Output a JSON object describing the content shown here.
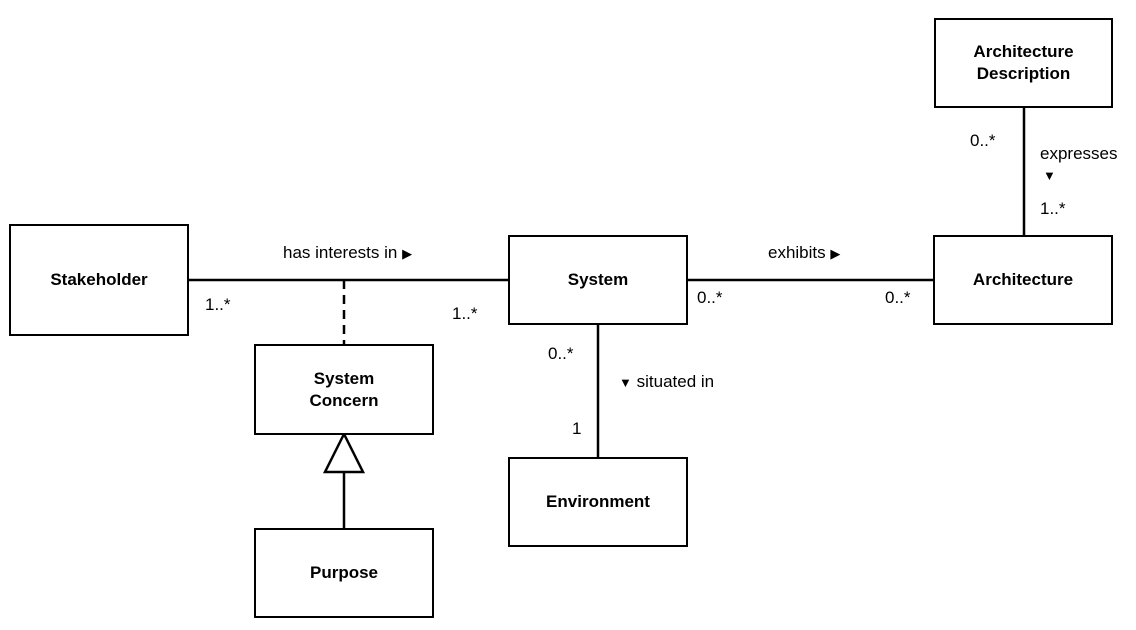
{
  "classes": {
    "architecture_description": "Architecture\nDescription",
    "stakeholder": "Stakeholder",
    "system": "System",
    "architecture": "Architecture",
    "system_concern": "System\nConcern",
    "environment": "Environment",
    "purpose": "Purpose"
  },
  "associations": {
    "has_interests_in": {
      "label": "has interests in",
      "arrow": "▶",
      "stakeholder_mult": "1..*",
      "system_mult": "1..*"
    },
    "exhibits": {
      "label": "exhibits",
      "arrow": "▶",
      "system_mult": "0..*",
      "architecture_mult": "0..*"
    },
    "expresses": {
      "label": "expresses",
      "arrow": "▼",
      "description_mult": "0..*",
      "architecture_mult": "1..*"
    },
    "situated_in": {
      "label": "situated in",
      "arrow": "▼",
      "system_mult": "0..*",
      "environment_mult": "1"
    }
  }
}
